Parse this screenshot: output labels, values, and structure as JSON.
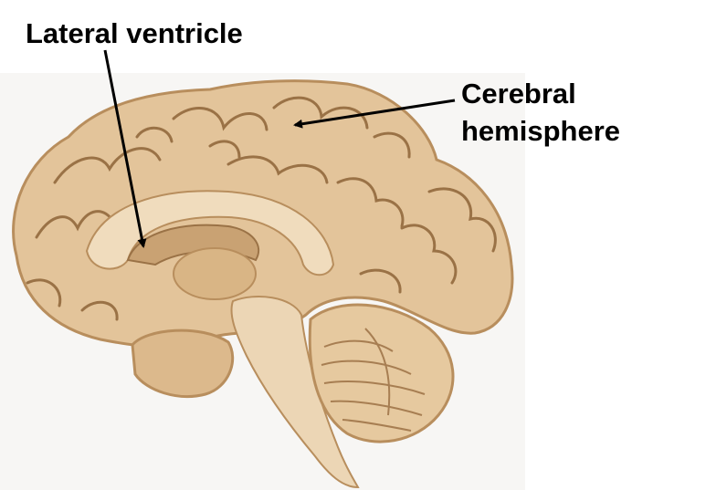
{
  "image": {
    "subject": "brain-sagittal-section",
    "colors": {
      "background": "#ffffff",
      "photo_background": "#f7f6f4",
      "tissue_main": "#e3c49a",
      "tissue_light": "#f0dcbd",
      "tissue_shadow": "#b88e5d",
      "sulcus": "#9a7246",
      "label_text": "#000000",
      "arrow": "#000000"
    }
  },
  "labels": {
    "lateral_ventricle": "Lateral ventricle",
    "cerebral_line1": "Cerebral",
    "cerebral_line2": "hemisphere"
  }
}
